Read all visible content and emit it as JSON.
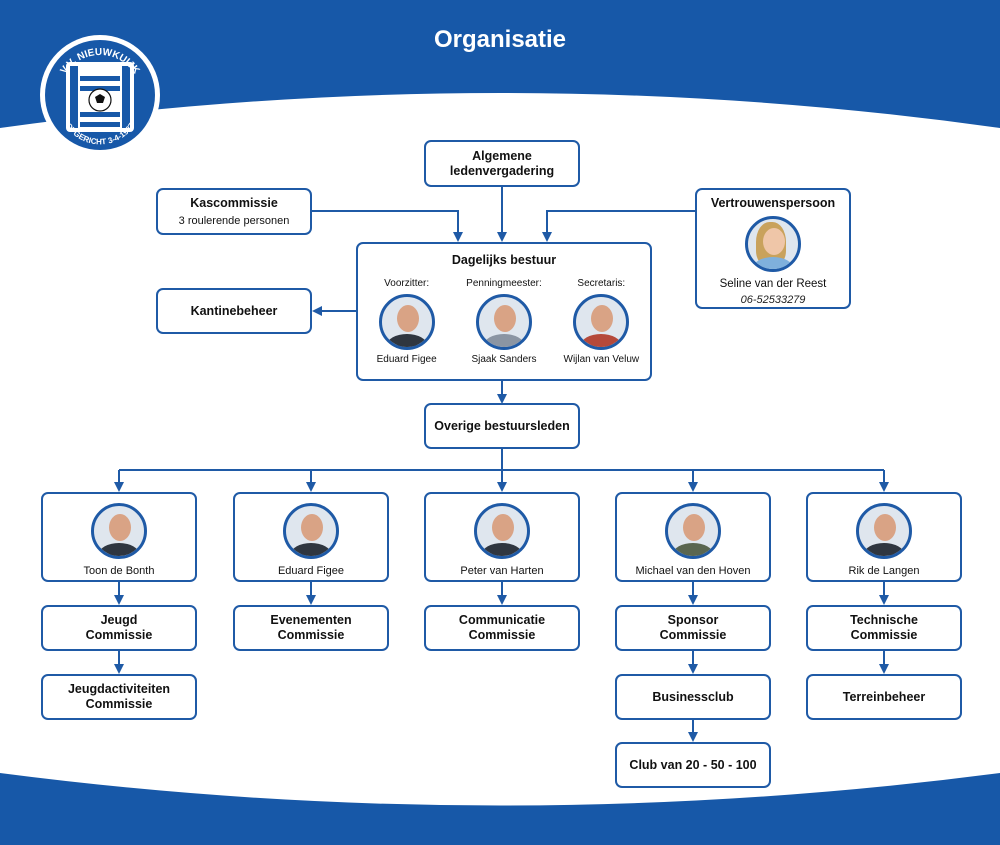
{
  "title": "Organisatie",
  "logo": {
    "text_top": "V.V. NIEUWKUIJK",
    "text_bottom": "OPGERICHT 3-4-1927"
  },
  "colors": {
    "brand_blue": "#1758a8",
    "box_border": "#1f5aa6"
  },
  "algemene": {
    "line1": "Algemene",
    "line2": "ledenvergadering"
  },
  "kascommissie": {
    "title": "Kascommissie",
    "sub": "3 roulerende personen"
  },
  "vertrouwens": {
    "title": "Vertrouwenspersoon",
    "name": "Seline van der Reest",
    "phone": "06-52533279"
  },
  "dagelijks": {
    "title": "Dagelijks bestuur",
    "members": [
      {
        "role": "Voorzitter:",
        "name": "Eduard Figee"
      },
      {
        "role": "Penningmeester:",
        "name": "Sjaak Sanders"
      },
      {
        "role": "Secretaris:",
        "name": "Wijlan van Veluw"
      }
    ]
  },
  "kantine": {
    "title": "Kantinebeheer"
  },
  "overige": {
    "title": "Overige bestuursleden"
  },
  "members": [
    {
      "name": "Toon de Bonth"
    },
    {
      "name": "Eduard Figee"
    },
    {
      "name": "Peter van Harten"
    },
    {
      "name": "Michael van den Hoven"
    },
    {
      "name": "Rik de Langen"
    }
  ],
  "commissies": {
    "jeugd": {
      "line1": "Jeugd",
      "line2": "Commissie"
    },
    "jeugdact": {
      "line1": "Jeugdactiviteiten",
      "line2": "Commissie"
    },
    "evenementen": {
      "line1": "Evenementen",
      "line2": "Commissie"
    },
    "communicatie": {
      "line1": "Communicatie",
      "line2": "Commissie"
    },
    "sponsor": {
      "line1": "Sponsor",
      "line2": "Commissie"
    },
    "businessclub": {
      "title": "Businessclub"
    },
    "club": {
      "title": "Club van 20 - 50 - 100"
    },
    "technische": {
      "line1": "Technische",
      "line2": "Commissie"
    },
    "terrein": {
      "title": "Terreinbeheer"
    }
  }
}
